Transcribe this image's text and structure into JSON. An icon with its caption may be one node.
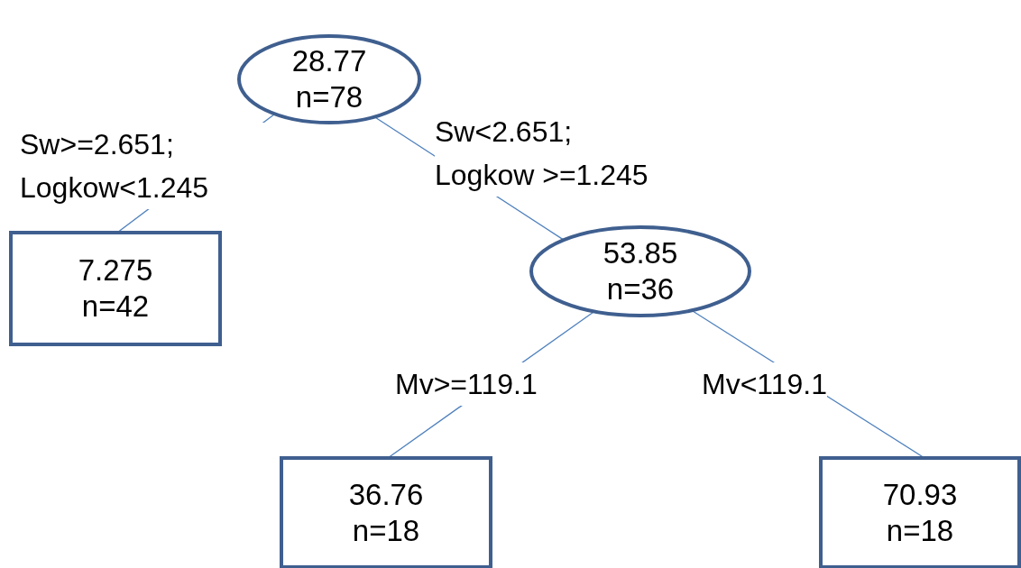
{
  "diagram": {
    "nodes": [
      {
        "text": [
          "28.77",
          "n=78"
        ]
      },
      {
        "text": [
          "7.275",
          "n=42"
        ]
      },
      {
        "text": [
          "53.85",
          "n=36"
        ]
      },
      {
        "text": [
          "36.76",
          "n=18"
        ]
      },
      {
        "text": [
          "70.93",
          "n=18"
        ]
      }
    ],
    "edges": [
      {
        "from": 0,
        "to": 1,
        "arrow": "none",
        "label": "Sw>=2.651; Logkow<1.245"
      },
      {
        "from": 0,
        "to": 2,
        "arrow": "none",
        "label": "Sw<2.651; Logkow >=1.245"
      },
      {
        "from": 2,
        "to": 3,
        "arrow": "none",
        "label": "Mv>=119.1"
      },
      {
        "from": 2,
        "to": 4,
        "arrow": "none",
        "label": "Mv<119.1"
      }
    ]
  }
}
